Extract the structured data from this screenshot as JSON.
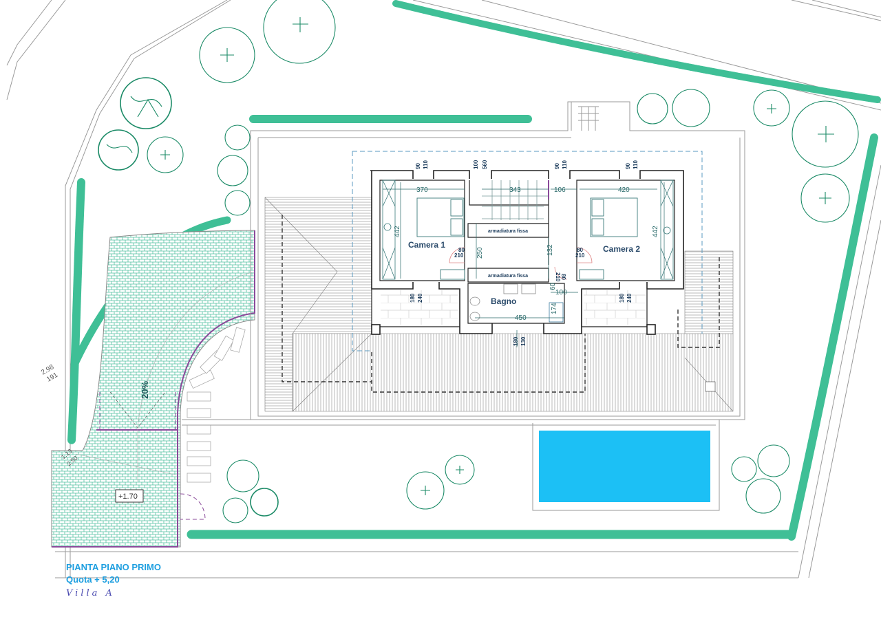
{
  "title_block": {
    "title": "PIANTA PIANO PRIMO",
    "elevation": "Quota + 5,20",
    "handwritten": "Villa A"
  },
  "colors": {
    "hedge": "#3fbf96",
    "tree_line": "#1a8a66",
    "paving": "#4fc0a0",
    "pool": "#1cc0f5",
    "wall": "#222222",
    "dimension": "#2a6a6a",
    "boundary": "#8a4a9a",
    "title": "#1e9fe0"
  },
  "rooms": {
    "camera1": {
      "label": "Camera 1",
      "width": "370",
      "depth": "442"
    },
    "camera2": {
      "label": "Camera 2",
      "width": "420",
      "depth": "442"
    },
    "bagno": {
      "label": "Bagno",
      "width": "450",
      "shower_w": "100",
      "shower_d": "174",
      "niche": "60"
    },
    "stair": {
      "width": "343",
      "landing": "106"
    },
    "corridor": {
      "length": "250",
      "width": "132"
    }
  },
  "wardrobes": [
    {
      "label": "armadiatura fissa"
    },
    {
      "label": "armadiatura fissa"
    }
  ],
  "doors": [
    {
      "w": "80",
      "h": "210"
    },
    {
      "w": "80",
      "h": "210"
    },
    {
      "w": "80",
      "h": "210"
    }
  ],
  "windows": [
    {
      "a": "90",
      "b": "110"
    },
    {
      "a": "100",
      "b": "560"
    },
    {
      "a": "90",
      "b": "110"
    },
    {
      "a": "90",
      "b": "110"
    }
  ],
  "balcony_openings": [
    {
      "a": "180",
      "b": "240"
    },
    {
      "a": "180",
      "b": "240"
    },
    {
      "a": "180",
      "b": "130"
    }
  ],
  "site": {
    "ramp_slope": "20%",
    "spot_level": "+1.70",
    "survey_a": "2.98",
    "survey_b": "191",
    "survey_c": "1.13",
    "survey_d": "2.50"
  }
}
